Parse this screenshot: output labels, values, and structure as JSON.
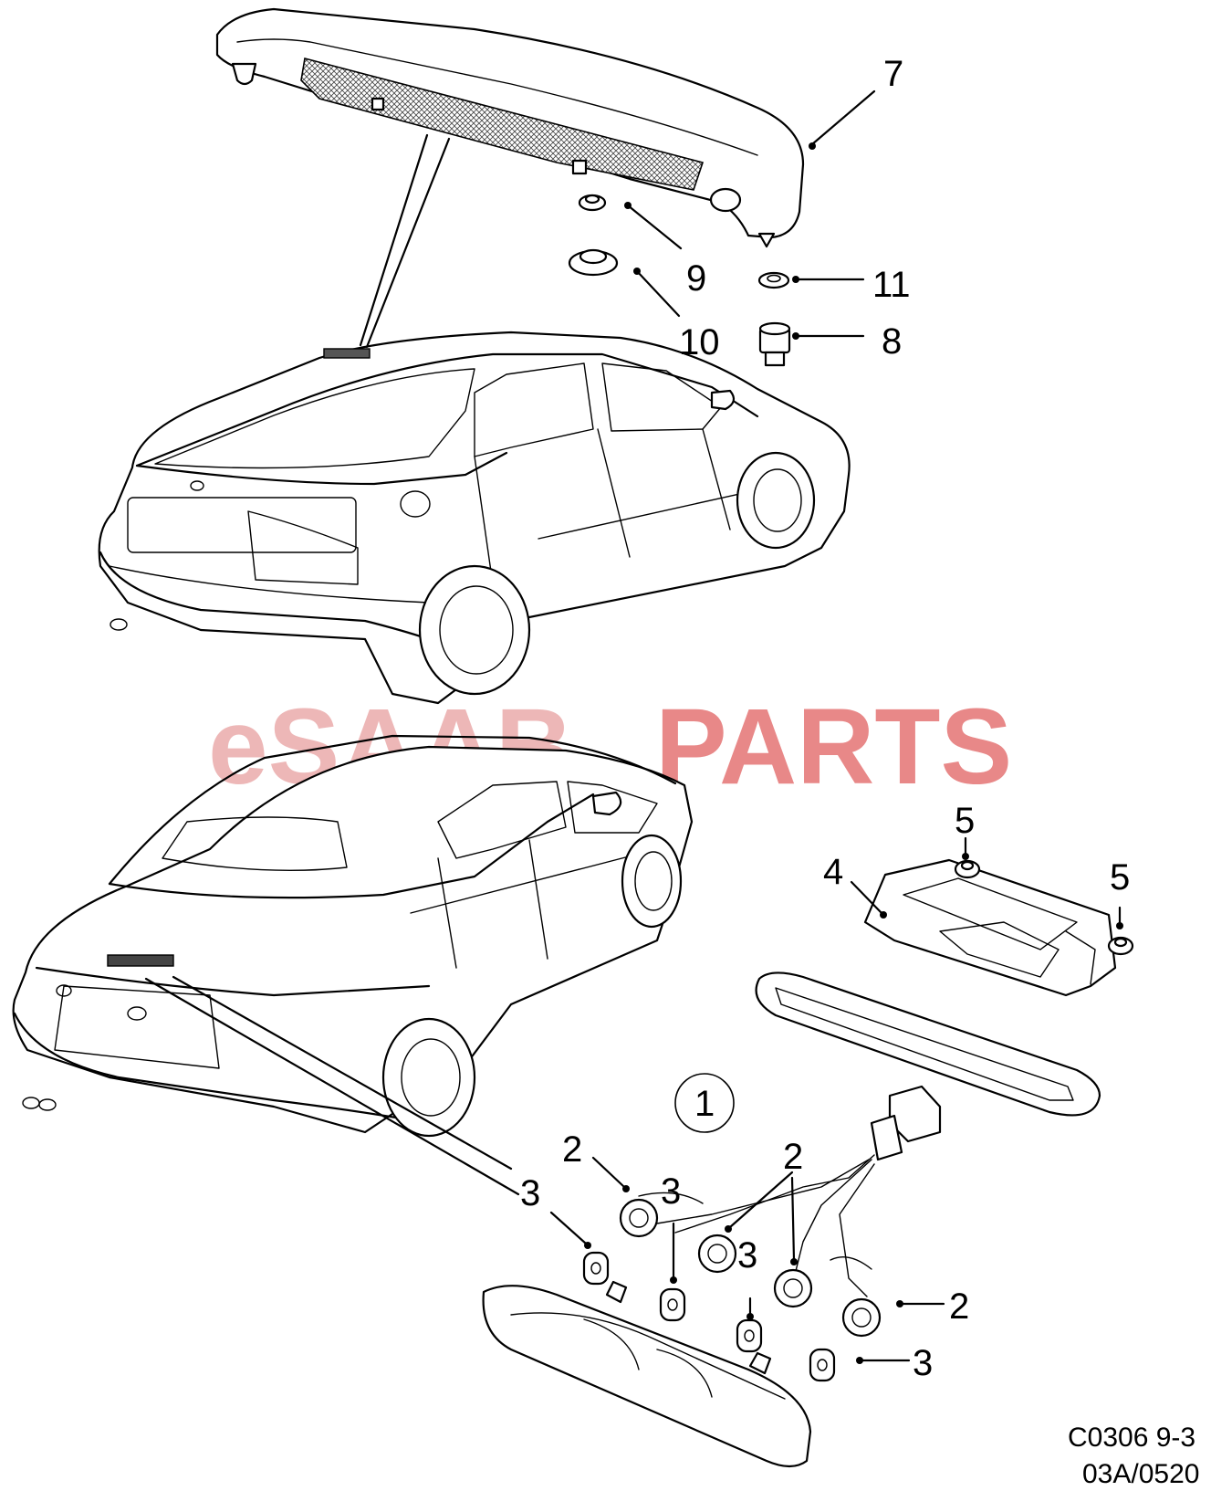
{
  "watermark": {
    "part1": "eSAAB",
    "part2": "PARTS",
    "color1": "#e8a0a0",
    "color2": "#e36b6b"
  },
  "callouts": {
    "c7": "7",
    "c9": "9",
    "c10": "10",
    "c11": "11",
    "c8": "8",
    "c5a": "5",
    "c5b": "5",
    "c4": "4",
    "c1": "1",
    "c2a": "2",
    "c3a": "3",
    "c3b": "3",
    "c2b": "2",
    "c3c": "3",
    "c2c": "2",
    "c3d": "3"
  },
  "footer": {
    "code_line1": "C0306 9-3",
    "code_line2": "03A/0520"
  },
  "icons": {
    "hatchback": "hatchback-car-illustration",
    "convertible": "convertible-car-illustration",
    "spoiler_lamp": "rear-spoiler-brake-light",
    "lamp_housing": "high-mounted-brake-lamp-housing"
  }
}
